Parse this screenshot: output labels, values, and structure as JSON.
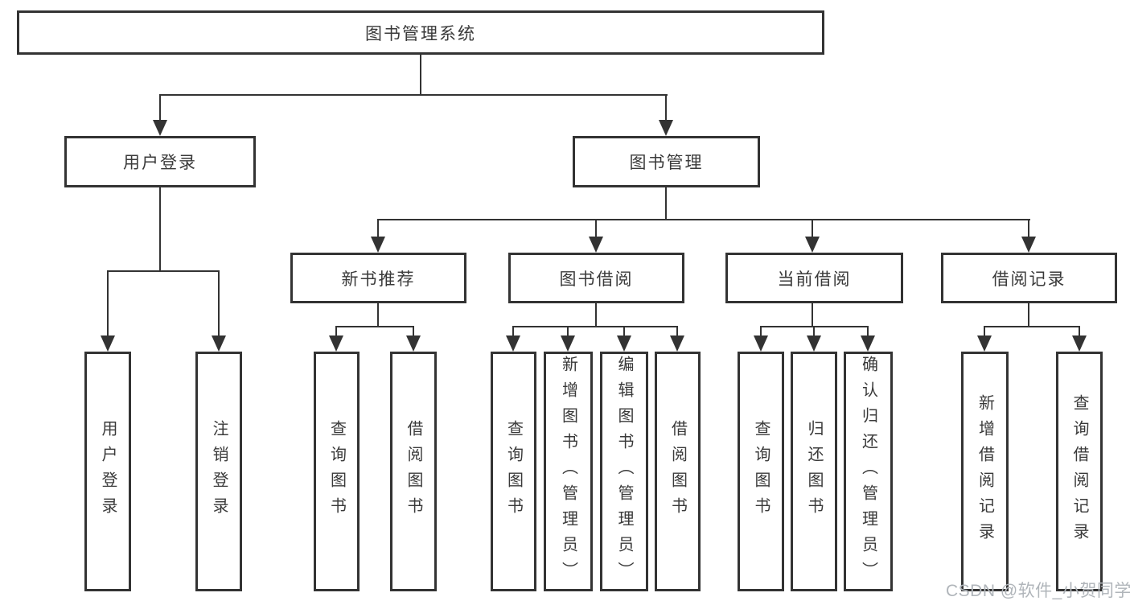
{
  "diagram": {
    "root": {
      "label": "图书管理系统"
    },
    "branches": [
      {
        "label": "用户登录",
        "children": [
          {
            "label": "用户登录"
          },
          {
            "label": "注销登录"
          }
        ]
      },
      {
        "label": "图书管理",
        "children": [
          {
            "label": "新书推荐",
            "children": [
              {
                "label": "查询图书"
              },
              {
                "label": "借阅图书"
              }
            ]
          },
          {
            "label": "图书借阅",
            "children": [
              {
                "label": "查询图书"
              },
              {
                "label": "新增图书（管理员）"
              },
              {
                "label": "编辑图书（管理员）"
              },
              {
                "label": "借阅图书"
              }
            ]
          },
          {
            "label": "当前借阅",
            "children": [
              {
                "label": "查询图书"
              },
              {
                "label": "归还图书"
              },
              {
                "label": "确认归还（管理员）"
              }
            ]
          },
          {
            "label": "借阅记录",
            "children": [
              {
                "label": "新增借阅记录"
              },
              {
                "label": "查询借阅记录"
              }
            ]
          }
        ]
      }
    ]
  },
  "watermark": {
    "text": "CSDN @软件_小贺同学"
  },
  "colors": {
    "line": "#333333",
    "text": "#3a3a3a",
    "background": "#ffffff",
    "watermark": "#b0b5ba"
  }
}
